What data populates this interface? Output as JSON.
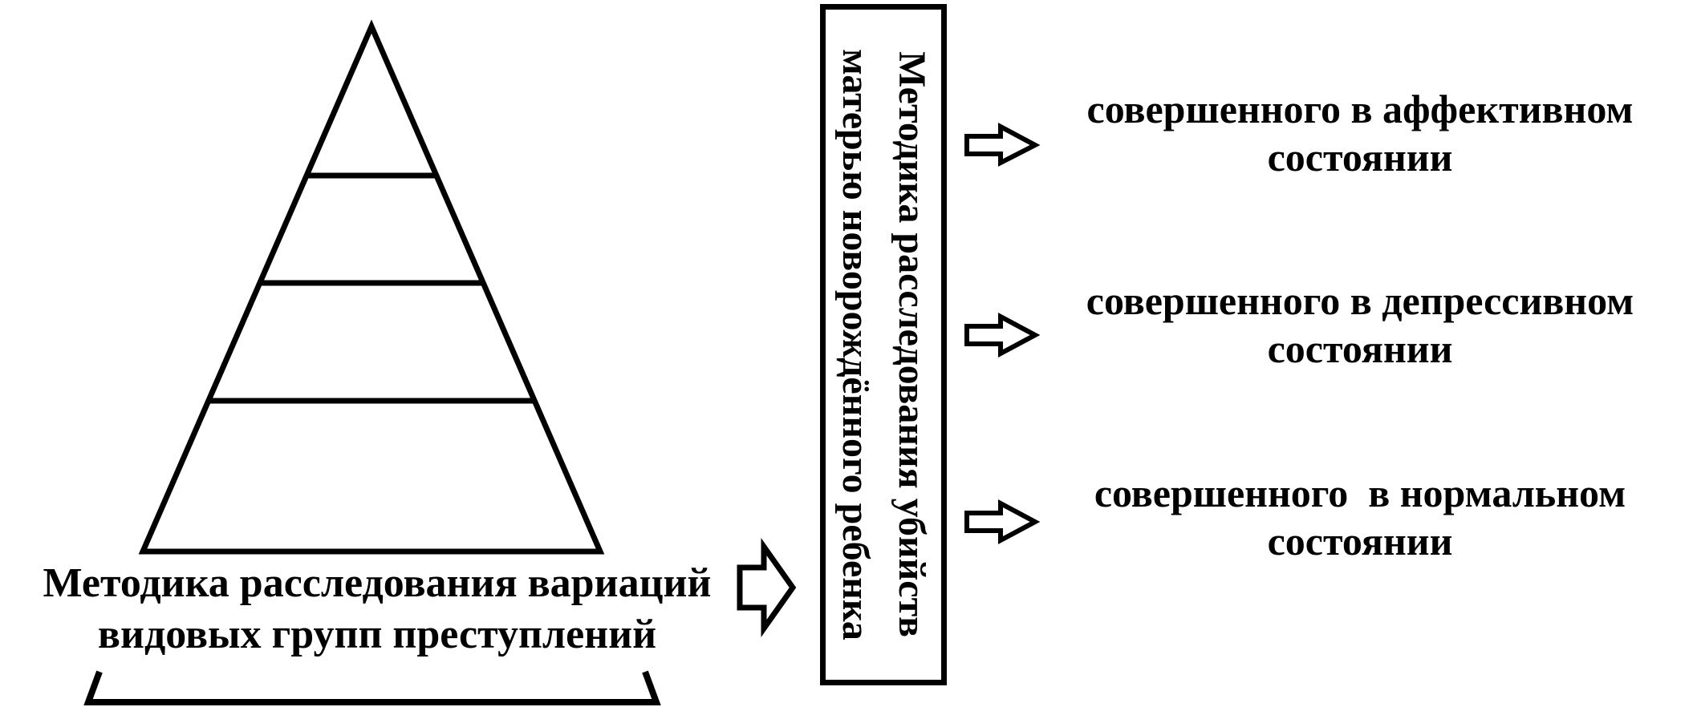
{
  "colors": {
    "ink": "#000000",
    "background": "#ffffff"
  },
  "pyramid": {
    "levels": 4,
    "caption_line1": "Методика расследования вариаций",
    "caption_line2": "видовых групп преступлений"
  },
  "method_box": {
    "line1": "Методика расследования убийств",
    "line2": "матерью новорождённого ребенка"
  },
  "outcomes": [
    {
      "line1": "совершенного в аффективном",
      "line2": "состоянии"
    },
    {
      "line1": "совершенного в депрессивном",
      "line2": "состоянии"
    },
    {
      "line1": "совершенного  в нормальном",
      "line2": "состоянии"
    }
  ],
  "icons": {
    "flow_arrow": "hollow right block arrow"
  }
}
